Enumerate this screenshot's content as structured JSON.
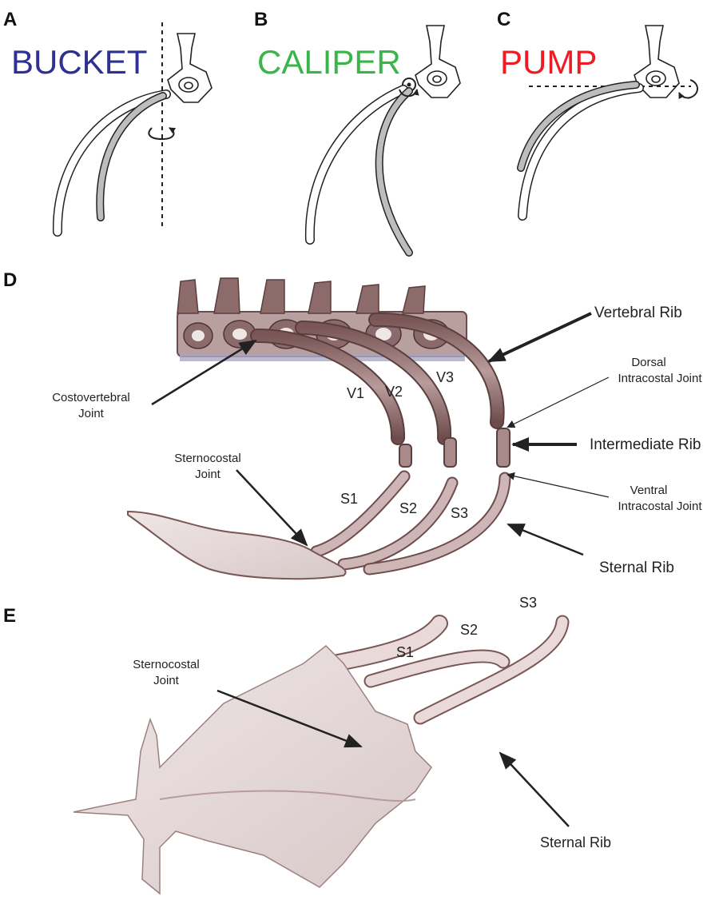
{
  "panels": {
    "a": {
      "letter": "A",
      "title": "BUCKET",
      "color": "#2e3192"
    },
    "b": {
      "letter": "B",
      "title": "CALIPER",
      "color": "#39b54a"
    },
    "c": {
      "letter": "C",
      "title": "PUMP",
      "color": "#ed1c24"
    },
    "d": {
      "letter": "D"
    },
    "e": {
      "letter": "E"
    }
  },
  "d_labels": {
    "vertebral_rib": "Vertebral Rib",
    "dorsal_1": "Dorsal",
    "dorsal_2": "Intracostal Joint",
    "intermediate_rib": "Intermediate Rib",
    "ventral_1": "Ventral",
    "ventral_2": "Intracostal Joint",
    "sternal_rib": "Sternal Rib",
    "costovertebral_1": "Costovertebral",
    "costovertebral_2": "Joint",
    "sternocostal_1": "Sternocostal",
    "sternocostal_2": "Joint",
    "v1": "V1",
    "v2": "V2",
    "v3": "V3",
    "s1": "S1",
    "s2": "S2",
    "s3": "S3"
  },
  "e_labels": {
    "s1": "S1",
    "s2": "S2",
    "s3": "S3",
    "sternocostal_1": "Sternocostal",
    "sternocostal_2": "Joint",
    "sternal_rib": "Sternal Rib"
  },
  "colors": {
    "bone": "#8a6a6a",
    "bone_light": "#c9b3b3",
    "bone_pale": "#e9dede",
    "line": "#222222"
  }
}
